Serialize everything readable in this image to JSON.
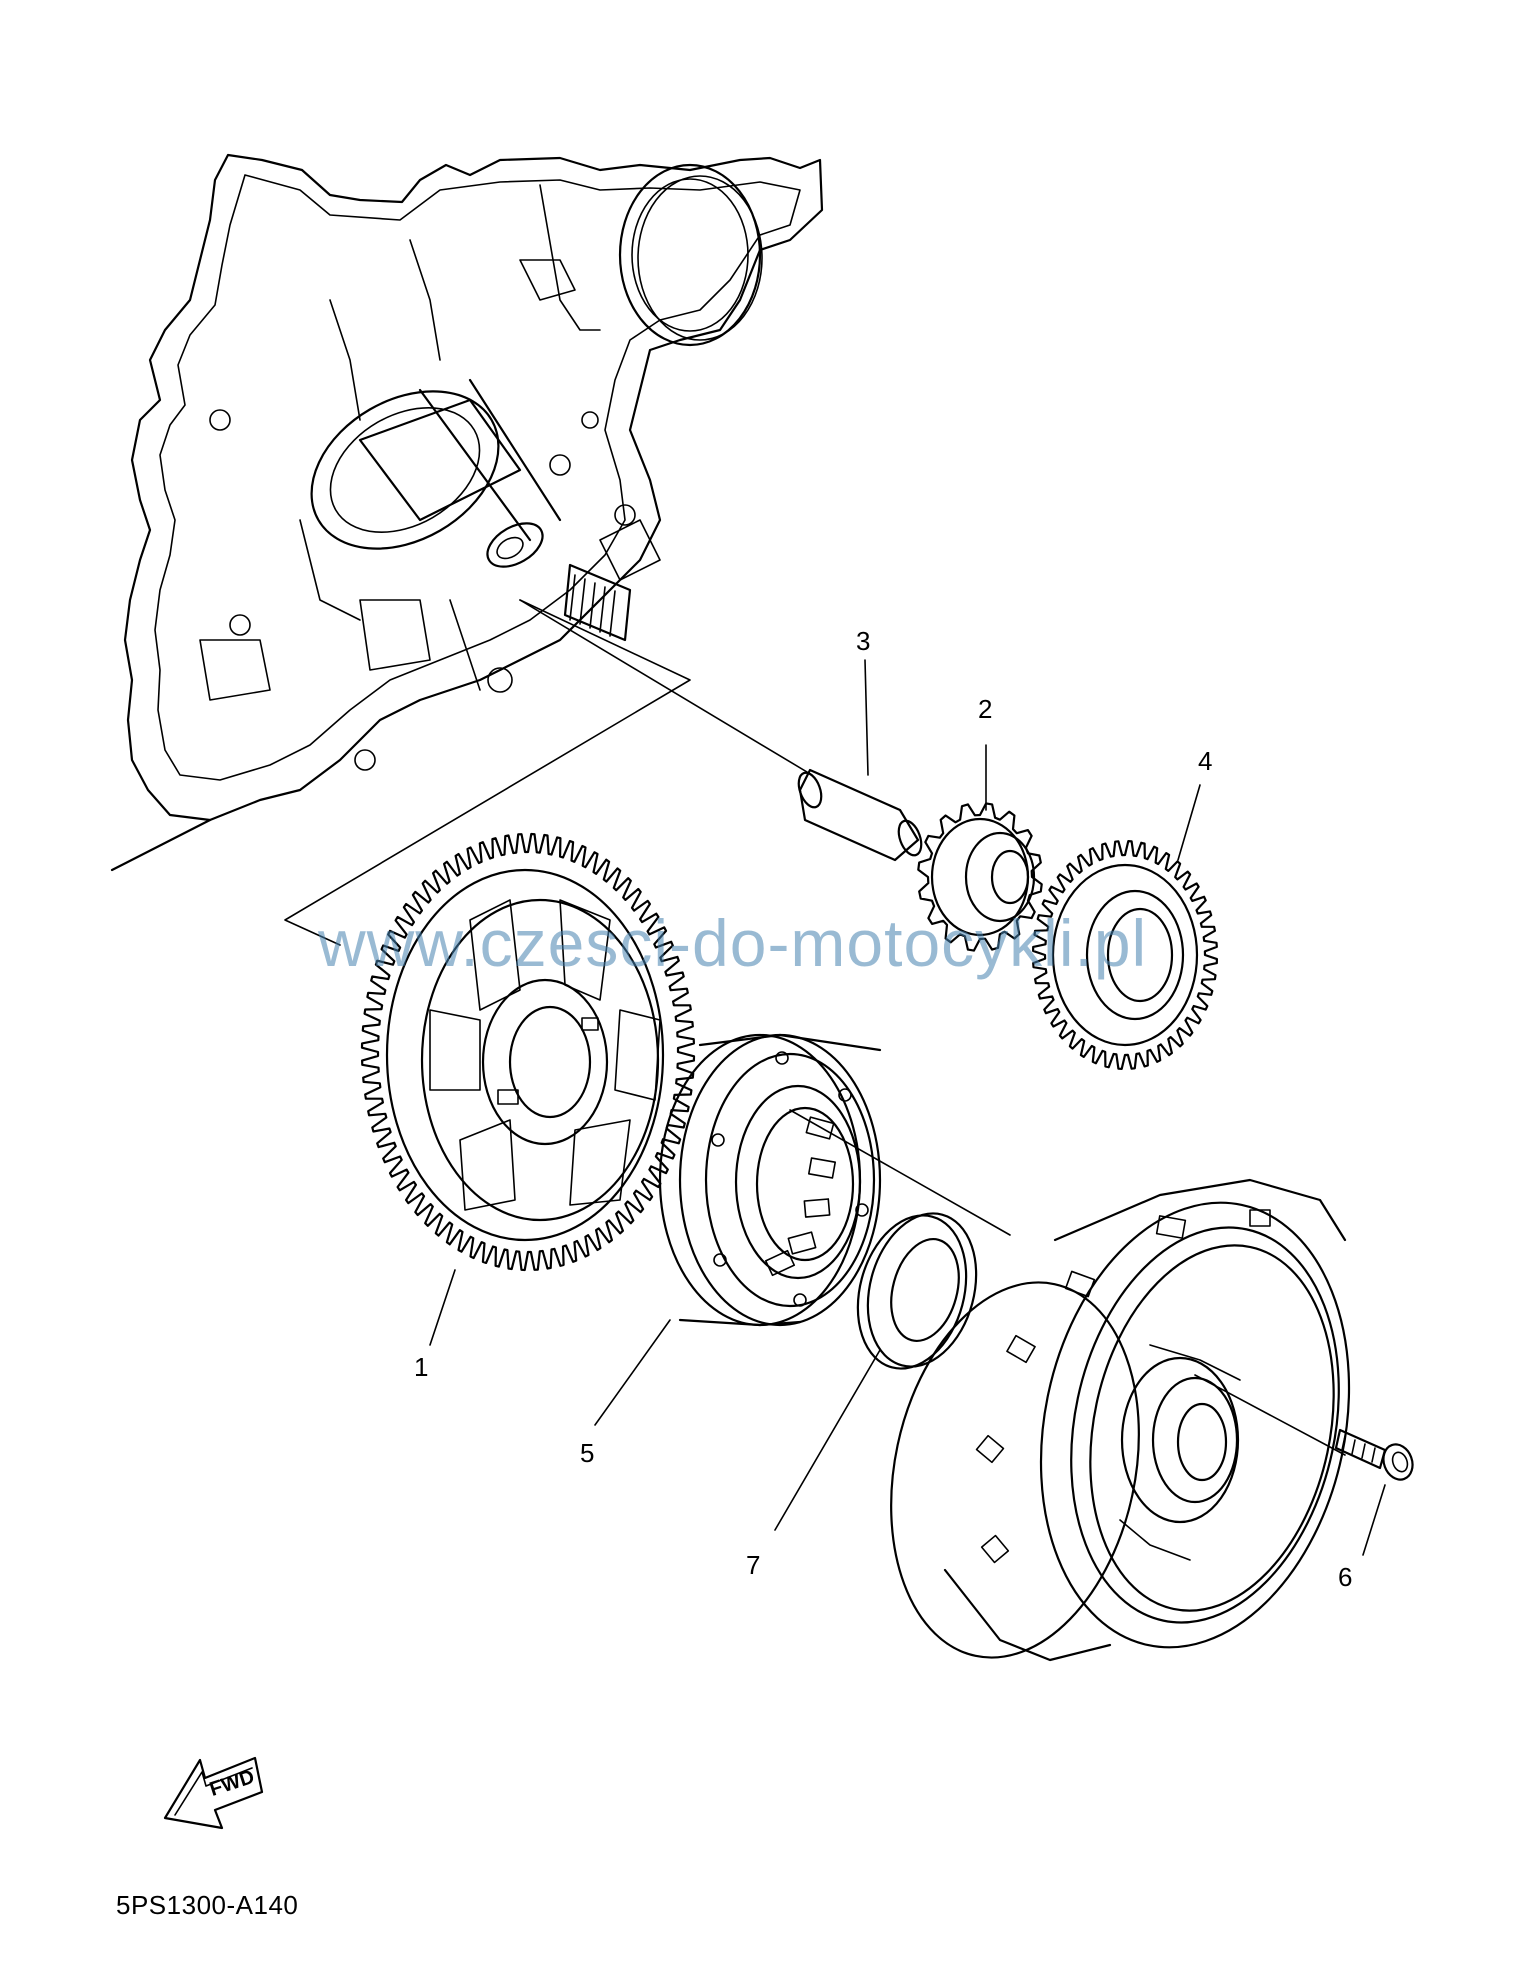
{
  "labels": {
    "p1": "1",
    "p2": "2",
    "p3": "3",
    "p4": "4",
    "p5": "5",
    "p6": "6",
    "p7": "7"
  },
  "watermark": "www.czesci-do-motocykli.pl",
  "fwd_indicator": "FWD",
  "diagram_code": "5PS1300-A140",
  "colors": {
    "line": "#000000",
    "watermark": "#4682af"
  }
}
